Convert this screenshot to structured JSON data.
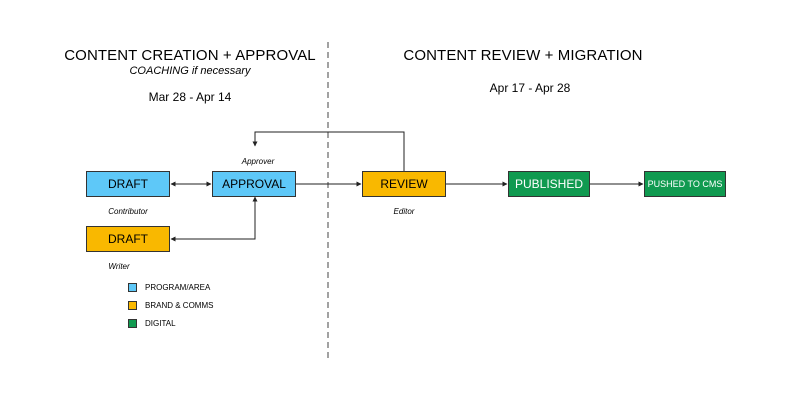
{
  "phases": [
    {
      "title": "CONTENT CREATION + APPROVAL",
      "subtitle": "COACHING if necessary",
      "dates": "Mar 28 - Apr 14"
    },
    {
      "title": "CONTENT REVIEW + MIGRATION",
      "dates": "Apr 17 - Apr 28"
    }
  ],
  "nodes": {
    "draft_contributor": {
      "label": "DRAFT",
      "role": "Contributor",
      "group": "program_area"
    },
    "draft_writer": {
      "label": "DRAFT",
      "role": "Writer",
      "group": "brand_comms"
    },
    "approval": {
      "label": "APPROVAL",
      "role": "Approver",
      "group": "program_area"
    },
    "review": {
      "label": "REVIEW",
      "role": "Editor",
      "group": "brand_comms"
    },
    "published": {
      "label": "PUBLISHED",
      "group": "digital"
    },
    "pushed": {
      "label": "PUSHED TO CMS",
      "group": "digital"
    }
  },
  "legend": [
    {
      "label": "PROGRAM/AREA",
      "color": "#5ec8f8"
    },
    {
      "label": "BRAND & COMMS",
      "color": "#f9b800"
    },
    {
      "label": "DIGITAL",
      "color": "#109a50"
    }
  ],
  "colors": {
    "program_area": "#5ec8f8",
    "brand_comms": "#f9b800",
    "digital": "#109a50",
    "digital_text": "#ffffff",
    "line": "#222222"
  }
}
